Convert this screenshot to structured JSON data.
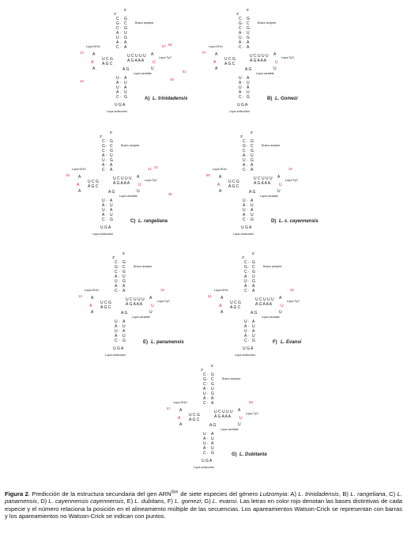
{
  "colors": {
    "base": "#222222",
    "highlight": "#e0206a",
    "caption": "#111111"
  },
  "labels": {
    "aceptor": "Brazo aceptor",
    "dhu": "Lupa DHU",
    "tyc": "Lupa TyC",
    "variable": "Lupa variable",
    "anticodon": "Lupa anticodón",
    "five_prime": "5'",
    "three_prime": "3'"
  },
  "panels": [
    {
      "letter": "A)",
      "species": "L. trinidadensis",
      "nums": [
        "14",
        "57",
        "58",
        "51",
        "18",
        "48"
      ]
    },
    {
      "letter": "B)",
      "species": "L. Gomezi",
      "nums": [
        "57"
      ]
    },
    {
      "letter": "C)",
      "species": "L. rangeliana",
      "nums": [
        "18",
        "41",
        "23",
        "36"
      ]
    },
    {
      "letter": "D)",
      "species": "L. c. cayennensis",
      "nums": [
        "58",
        "18"
      ]
    },
    {
      "letter": "E)",
      "species": "L. panamensis",
      "nums": [
        "14",
        "18"
      ]
    },
    {
      "letter": "F)",
      "species": "L. Evansi",
      "nums": [
        "51",
        "49"
      ]
    },
    {
      "letter": "G)",
      "species": "L. Dubitanta",
      "nums": [
        "57",
        "58"
      ]
    }
  ],
  "caption": {
    "label": "Figura 2",
    "p1": ". Predicción de la estructura secundaria del gen ARN",
    "sup": "tSer",
    "p2": " de siete especies del género ",
    "genus": "Lutzomyia",
    "p3": ": A) ",
    "s_a": "L. trinidadensis",
    "p4": ", B) ",
    "s_b": "L. rangeliana",
    "p5": ", C) ",
    "s_c": "L. panamensis",
    "p6": ", D) ",
    "s_d": "L. cayennensis cayennensis",
    "p7": ", E) ",
    "s_e": "L. dubitans",
    "p8": ", F) ",
    "s_f": "L. gomezi",
    "p9": "; G) ",
    "s_g": "L. evansi",
    "p10": ". Las letras en color rojo denotan las bases distintivas de cada especie y el número relaciona la posición en el alineamiento múltiple de las secuencias. Los apareamientos Watson-Crick se representan con barras y los apareamientos no Watson-Crick se indican con puntos."
  }
}
